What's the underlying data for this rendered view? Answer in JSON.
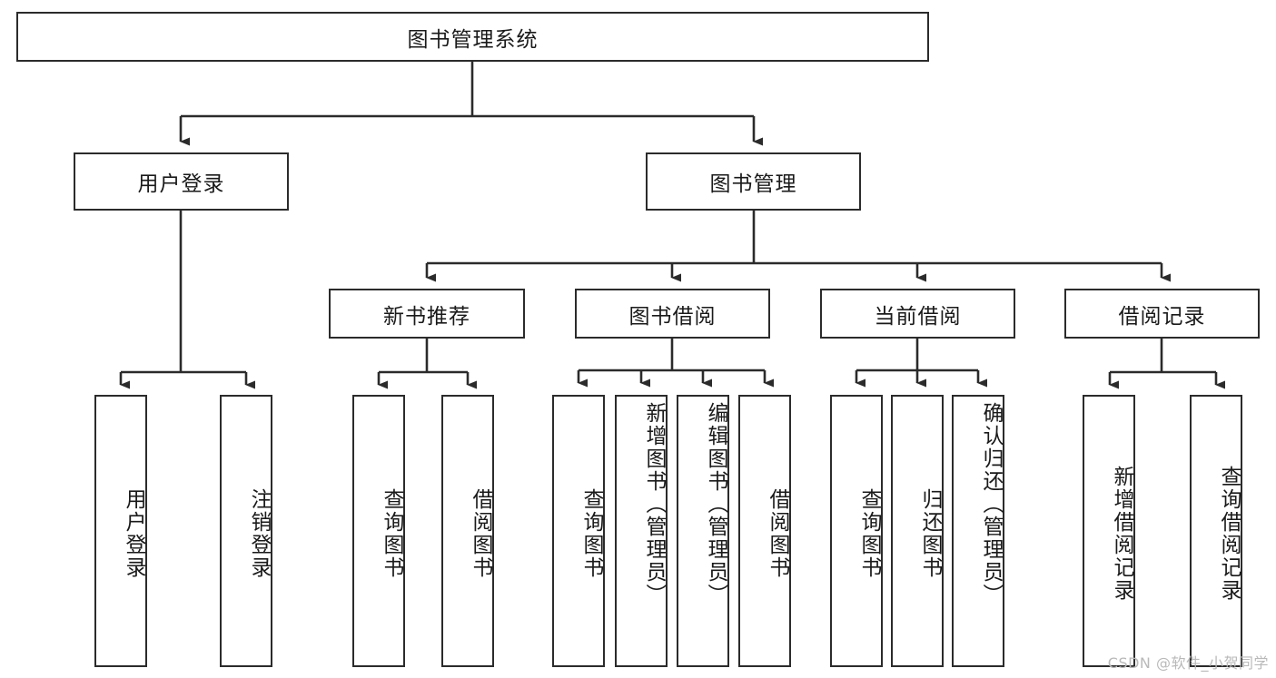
{
  "diagram": {
    "title": "图书管理系统",
    "type": "hierarchy-tree",
    "root": {
      "label": "图书管理系统"
    },
    "level2": [
      {
        "label": "用户登录"
      },
      {
        "label": "图书管理"
      }
    ],
    "level3": [
      {
        "label": "新书推荐"
      },
      {
        "label": "图书借阅"
      },
      {
        "label": "当前借阅"
      },
      {
        "label": "借阅记录"
      }
    ],
    "leaves": [
      {
        "label": "用户登录",
        "parent": "用户登录"
      },
      {
        "label": "注销登录",
        "parent": "用户登录"
      },
      {
        "label": "查询图书",
        "parent": "新书推荐"
      },
      {
        "label": "借阅图书",
        "parent": "新书推荐"
      },
      {
        "label": "查询图书",
        "parent": "图书借阅"
      },
      {
        "label": "新增图书（管理员）",
        "parent": "图书借阅"
      },
      {
        "label": "编辑图书（管理员）",
        "parent": "图书借阅"
      },
      {
        "label": "借阅图书",
        "parent": "图书借阅"
      },
      {
        "label": "查询图书",
        "parent": "当前借阅"
      },
      {
        "label": "归还图书",
        "parent": "当前借阅"
      },
      {
        "label": "确认归还（管理员）",
        "parent": "当前借阅"
      },
      {
        "label": "新增借阅记录",
        "parent": "借阅记录"
      },
      {
        "label": "查询借阅记录",
        "parent": "借阅记录"
      }
    ]
  },
  "watermark": {
    "text": "CSDN @软件_小贺同学"
  },
  "colors": {
    "border": "#2b2b2b",
    "background": "#ffffff",
    "text": "#1a1a1a",
    "watermark": "#b9b9b9"
  }
}
